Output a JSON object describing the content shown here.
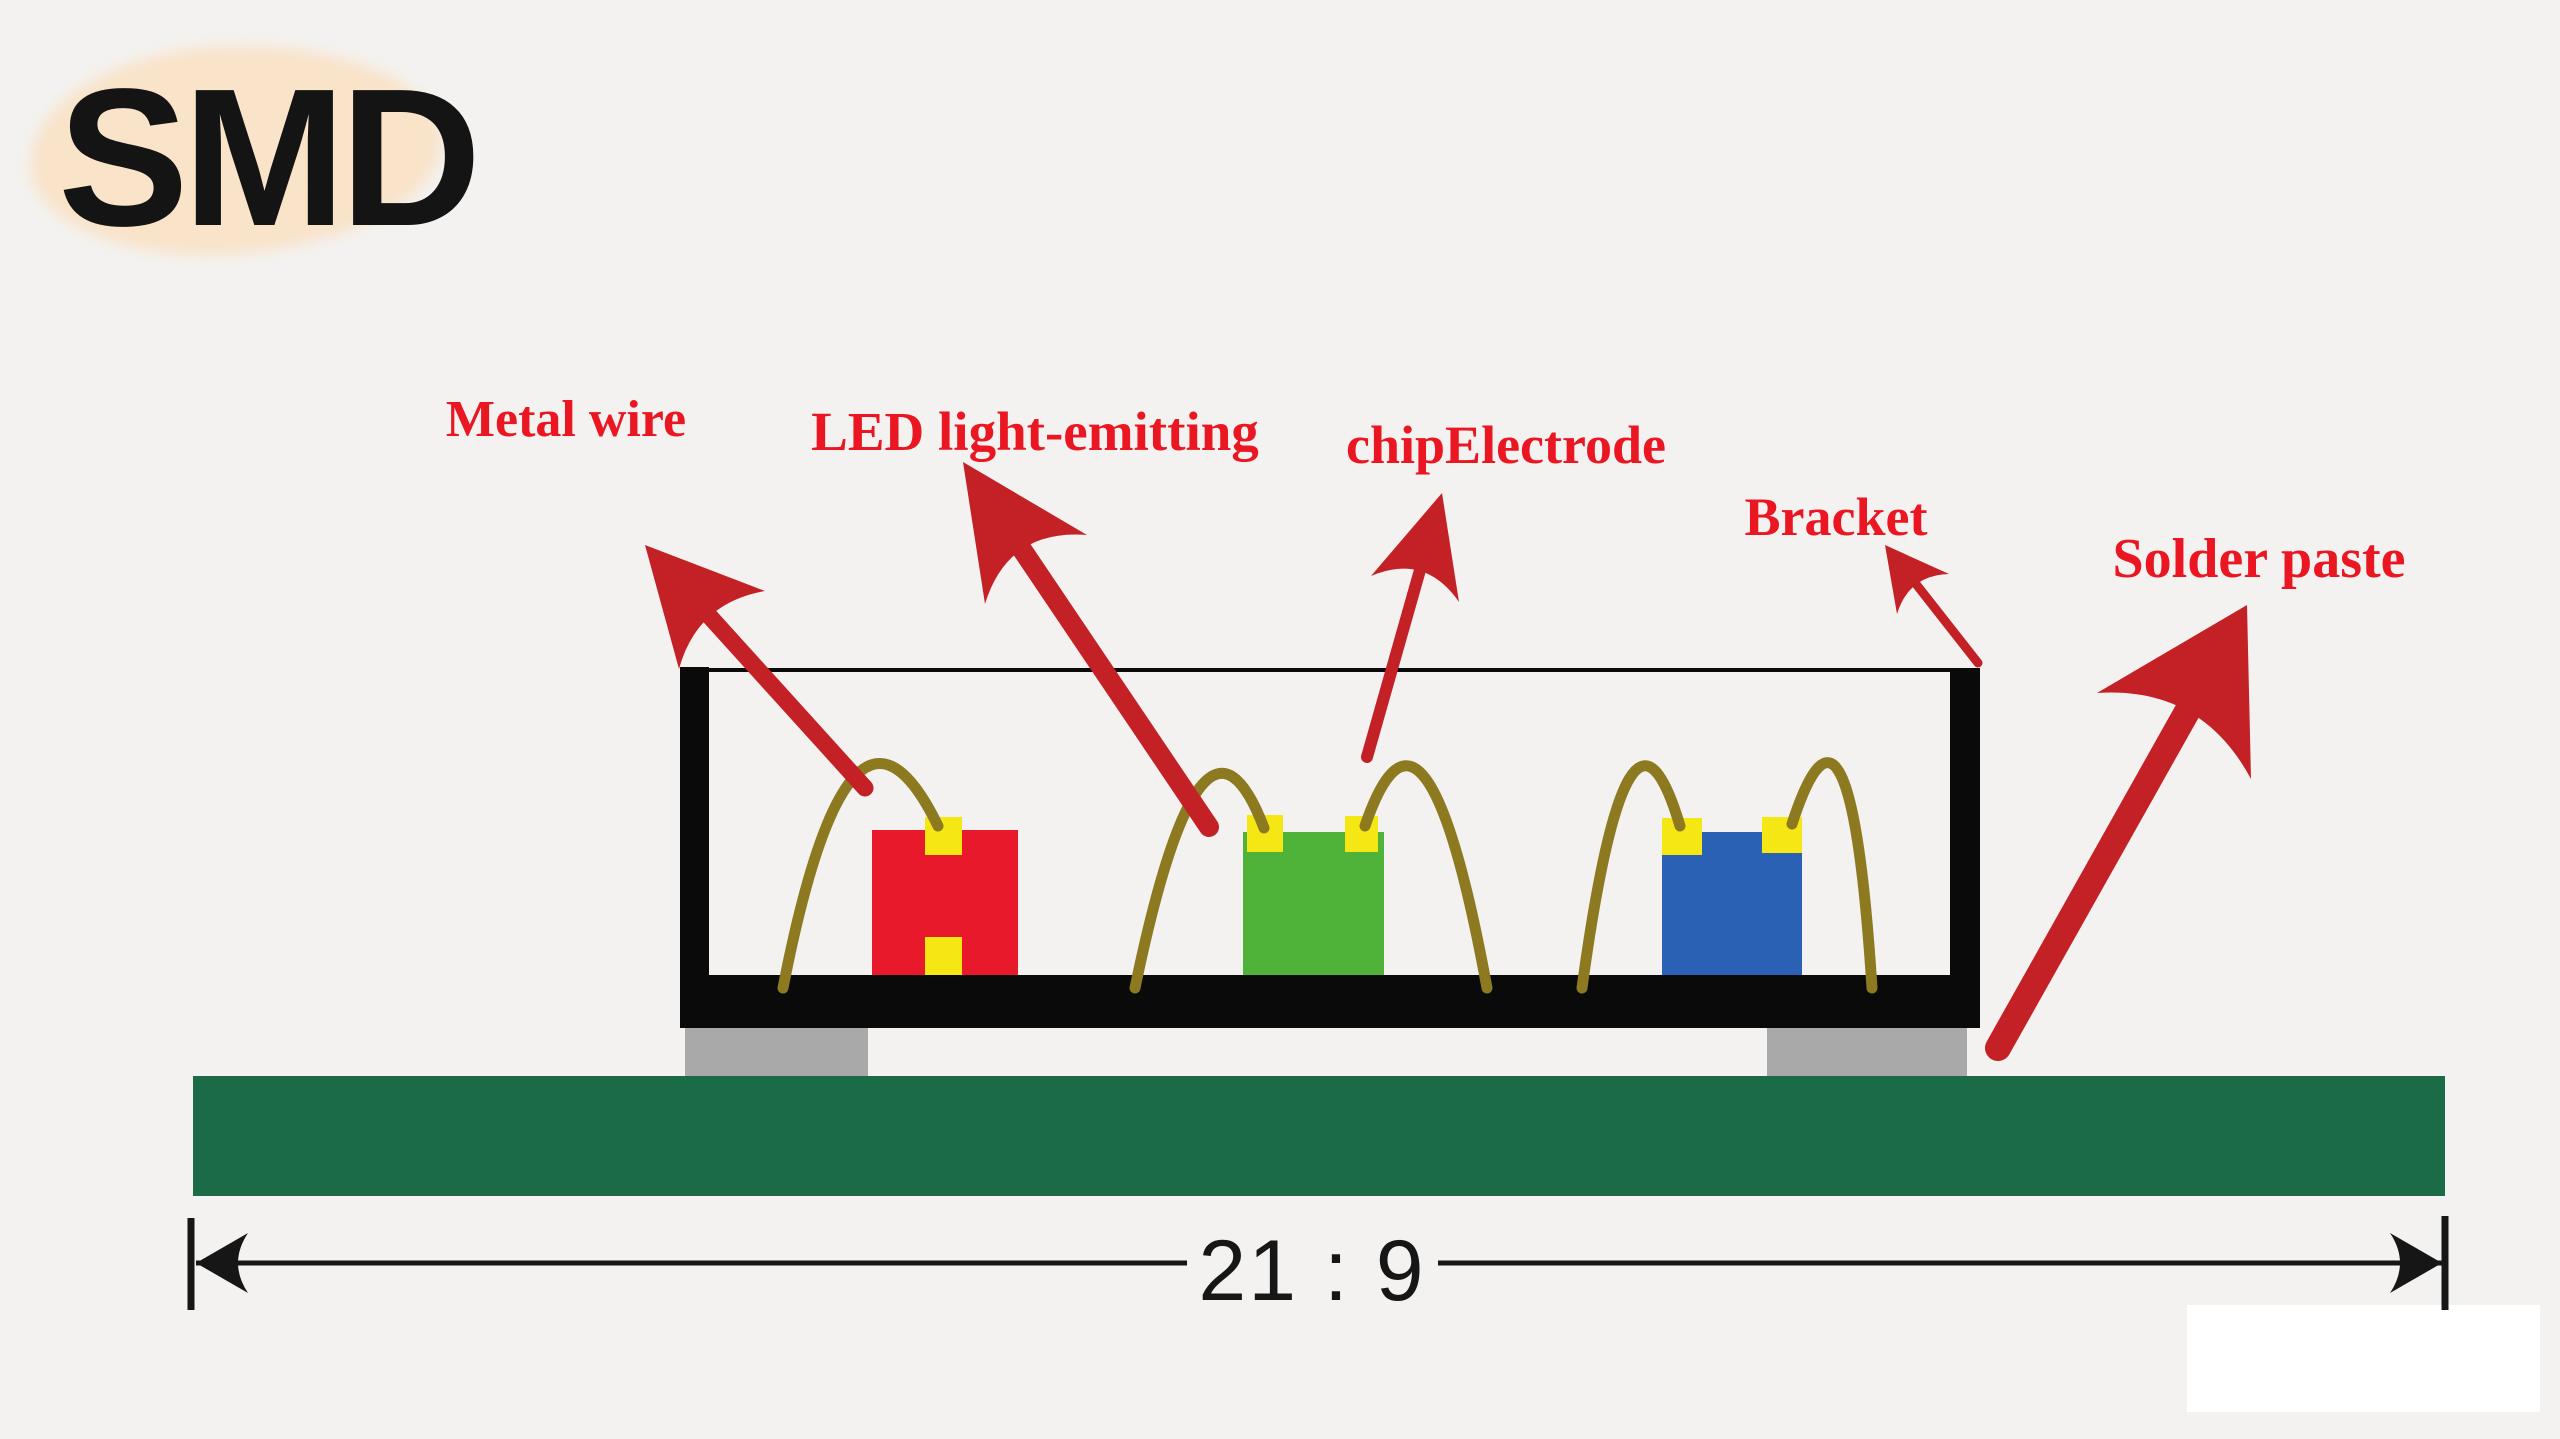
{
  "title": "SMD",
  "labels": {
    "metal_wire": "Metal wire",
    "led_chip": "LED light-emitting",
    "chip_electrode": "chipElectrode",
    "bracket": "Bracket",
    "solder_paste": "Solder paste"
  },
  "dimension": {
    "ratio_label": "21 : 9"
  },
  "colors": {
    "background": "#f3f2f0",
    "title_black": "#141414",
    "highlight_peach": "#f9e3c9",
    "label_red": "#ea1722",
    "arrow_red": "#c32126",
    "bracket_black": "#0a0a0a",
    "chip_red": "#e7192a",
    "chip_green": "#4fb239",
    "chip_blue": "#2a61b5",
    "electrode_yellow": "#f5e713",
    "wire_gold": "#8d7a20",
    "pad_gray": "#a9a9a9",
    "pcb_green": "#1a6b46",
    "dimension_black": "#161616"
  }
}
